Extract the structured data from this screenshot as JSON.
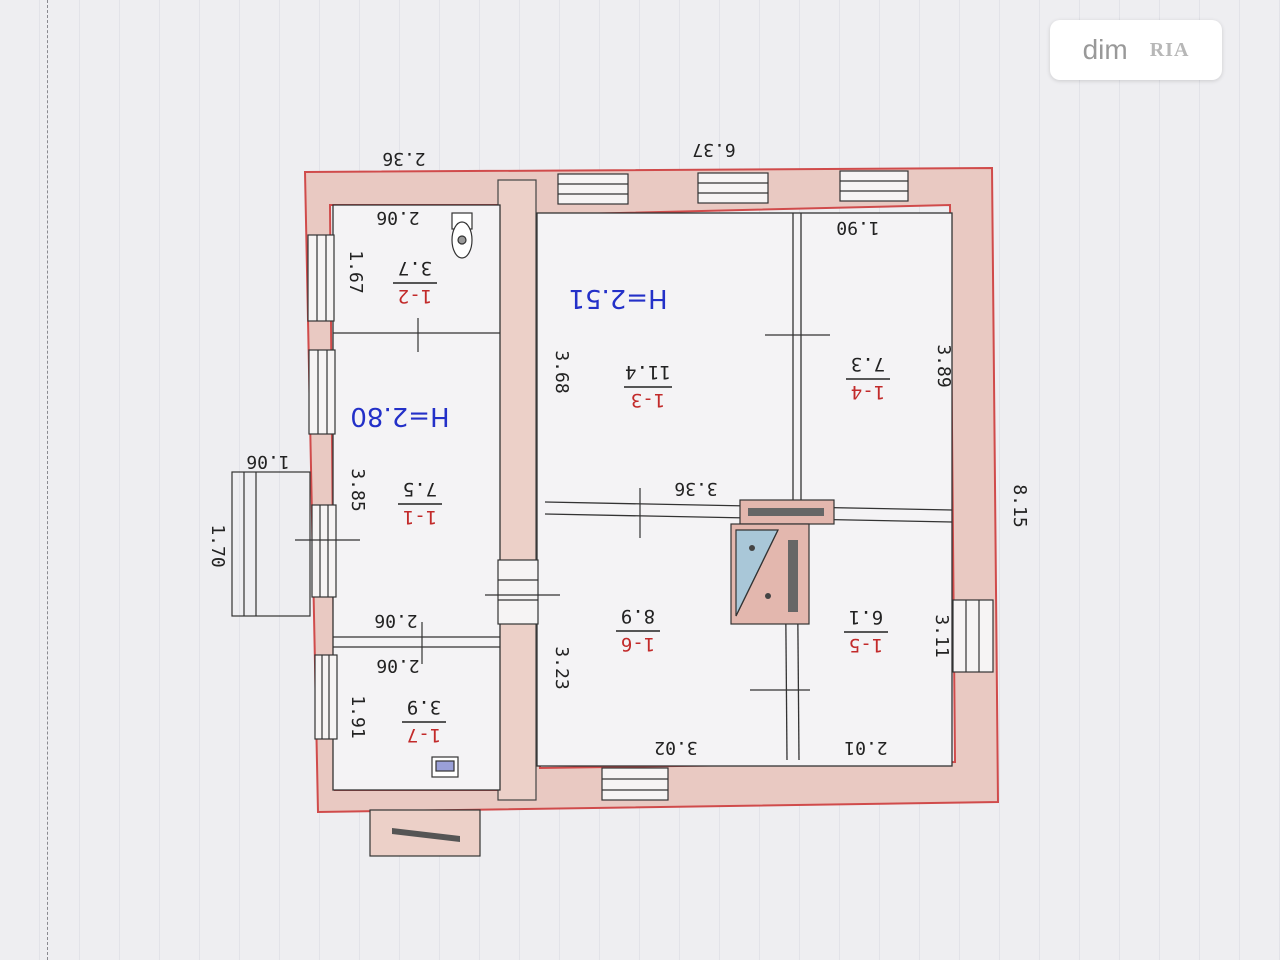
{
  "watermark": {
    "brand": "dim",
    "logo": "RIA"
  },
  "plan": {
    "height_labels": [
      "H=2.80",
      "H=2.51"
    ],
    "rooms": [
      {
        "id": "1-1",
        "area": "7.5",
        "length": "3.85"
      },
      {
        "id": "1-2",
        "area": "3.7",
        "length": "1.67",
        "width": "2.06"
      },
      {
        "id": "1-3",
        "area": "11.4",
        "length": "3.68"
      },
      {
        "id": "1-4",
        "area": "7.3",
        "length": "3.89",
        "width": "1.90"
      },
      {
        "id": "1-5",
        "area": "6.1",
        "length": "3.11",
        "width": "2.01"
      },
      {
        "id": "1-6",
        "area": "8.9",
        "length": "3.23",
        "width": "3.02"
      },
      {
        "id": "1-7",
        "area": "3.9",
        "length": "1.91",
        "width": "2.06"
      }
    ],
    "dims": {
      "top_left": "2.36",
      "top_main": "6.37",
      "right_side": "8.15",
      "partition": "3.36",
      "corridor_top": "2.06",
      "porch_width": "1.06",
      "porch_length": "1.70"
    },
    "colors": {
      "wall_fill": "#e9c9c2",
      "wall_outline": "#d04b4b",
      "ink": "#222222",
      "stove_blue": "#a9c7d8"
    }
  }
}
